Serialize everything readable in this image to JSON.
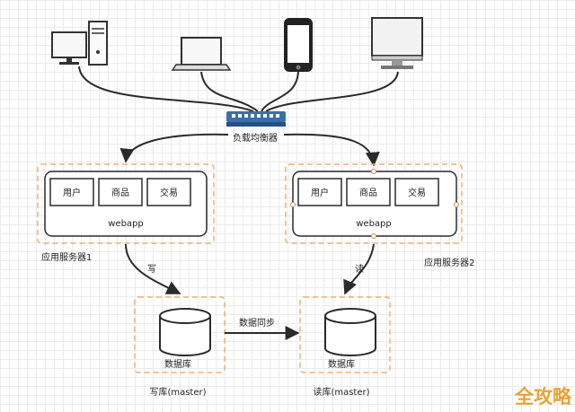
{
  "colors": {
    "dashed_border": "#f0b070",
    "line": "#2b2b2b",
    "switch": "#3a6fa8",
    "watermark": "#e8a33a"
  },
  "devices": {
    "desktop": "desktop-computer-icon",
    "laptop": "laptop-icon",
    "phone": "smartphone-icon",
    "monitor": "monitor-icon"
  },
  "load_balancer": {
    "icon": "network-switch-icon",
    "label": "负载均衡器"
  },
  "server1": {
    "modules": [
      "用户",
      "商品",
      "交易"
    ],
    "app_label": "webapp",
    "caption": "应用服务器1",
    "edge_label": "写"
  },
  "server2": {
    "modules": [
      "用户",
      "商品",
      "交易"
    ],
    "app_label": "webapp",
    "caption": "应用服务器2",
    "edge_label": "读"
  },
  "db_write": {
    "label": "数据库",
    "caption": "写库(master)"
  },
  "db_read": {
    "label": "数据库",
    "caption": "读库(master)"
  },
  "sync_label": "数据同步",
  "watermark": "全攻略"
}
